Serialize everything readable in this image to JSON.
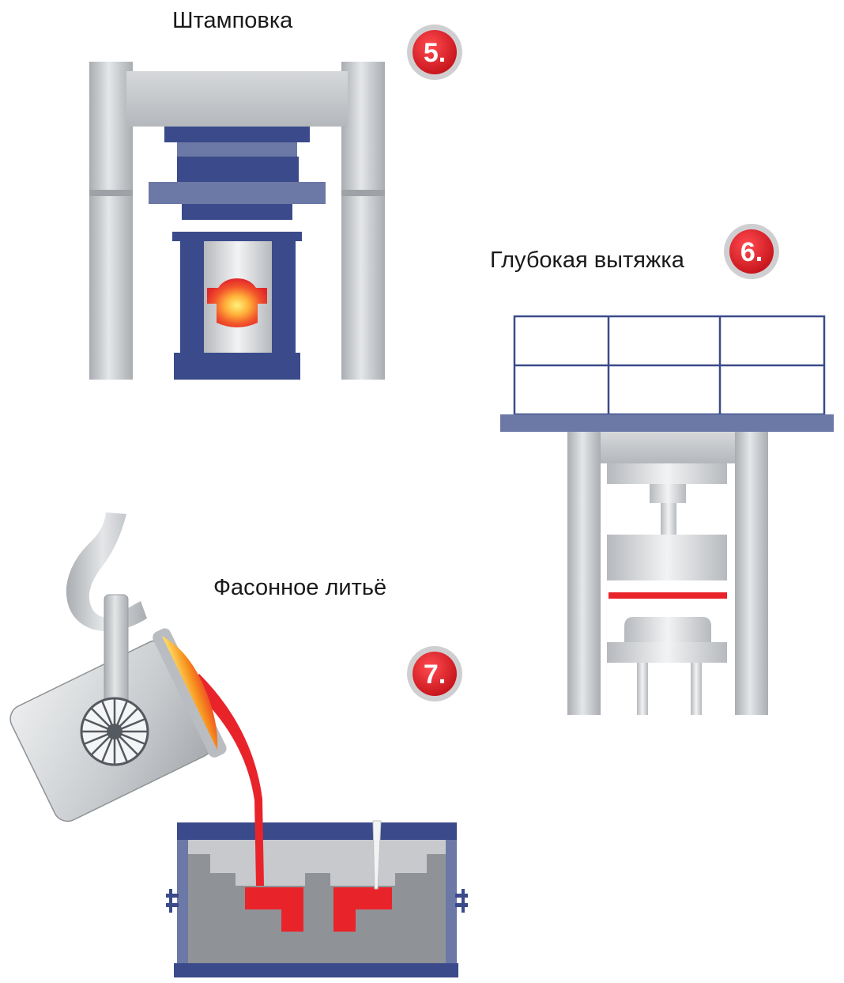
{
  "processes": [
    {
      "id": "stamping",
      "number": "5.",
      "label": "Штамповка"
    },
    {
      "id": "deep-drawing",
      "number": "6.",
      "label": "Глубокая вытяжка"
    },
    {
      "id": "casting",
      "number": "7.",
      "label": "Фасонное литьё"
    }
  ],
  "colors": {
    "frame_gray": "#c4c7ca",
    "dark_blue": "#3a4a8a",
    "mid_blue": "#6c78a6",
    "molten_red": "#e8242a",
    "badge_red": "#e11d24",
    "badge_ring": "#cfcfd2"
  }
}
